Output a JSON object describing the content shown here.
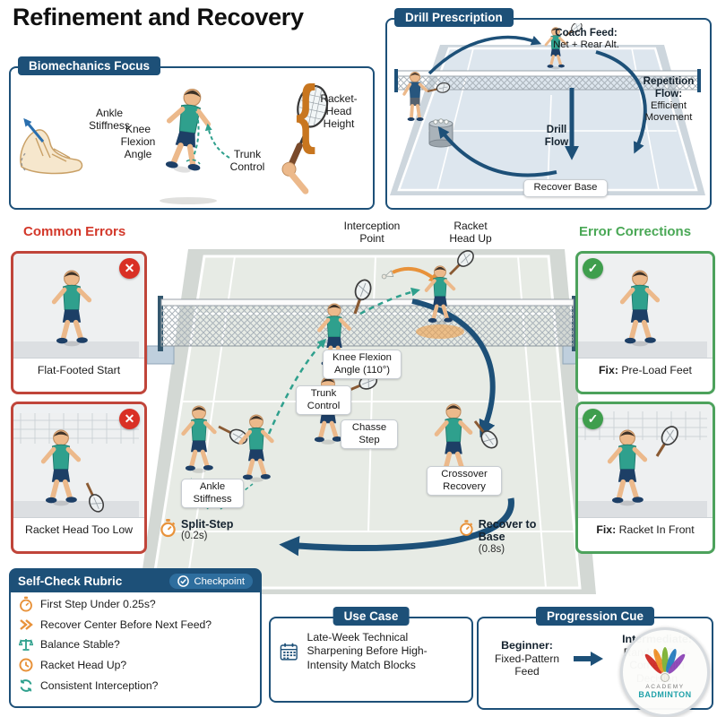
{
  "title": "Refinement and Recovery",
  "palette": {
    "navy": "#1d5078",
    "teal": "#2fa08d",
    "orange": "#e8923a",
    "red": "#d3382a",
    "green": "#4aa856"
  },
  "icons": {
    "x": "✕",
    "check": "✓"
  },
  "biomechanics": {
    "header": "Biomechanics Focus",
    "ankle": "Ankle Stiffness",
    "knee": "Knee Flexion Angle",
    "trunk": "Trunk Control",
    "racket": "Racket-Head Height"
  },
  "drill": {
    "header": "Drill Prescription",
    "coach_feed_label": "Coach Feed:",
    "coach_feed_value": "Net + Rear Alt.",
    "repetition_label": "Repetition Flow:",
    "repetition_value": "Efficient Movement",
    "flow_label": "Drill Flow",
    "recover_label": "Recover Base"
  },
  "common_errors": {
    "title": "Common Errors",
    "cards": [
      {
        "caption": "Flat-Footed Start"
      },
      {
        "caption": "Racket Head Too Low"
      }
    ]
  },
  "error_corrections": {
    "title": "Error Corrections",
    "cards": [
      {
        "prefix": "Fix:",
        "caption": "Pre-Load Feet"
      },
      {
        "prefix": "Fix:",
        "caption": "Racket In Front"
      }
    ]
  },
  "court": {
    "interception": "Interception Point",
    "racket_head_up": "Racket Head Up",
    "knee_flexion": "Knee Flexion Angle (110°)",
    "trunk_control": "Trunk Control",
    "chasse": "Chasse Step",
    "crossover": "Crossover Recovery",
    "ankle": "Ankle Stiffness",
    "split_step": {
      "label": "Split-Step",
      "time": "(0.2s)"
    },
    "recover": {
      "label": "Recover to Base",
      "time": "(0.8s)"
    }
  },
  "self_check": {
    "header": "Self-Check Rubric",
    "badge": "Checkpoint",
    "items": [
      {
        "icon": "stopwatch",
        "text": "First Step Under 0.25s?"
      },
      {
        "icon": "double-chevron",
        "text": "Recover Center Before Next Feed?"
      },
      {
        "icon": "balance-scale",
        "text": "Balance Stable?"
      },
      {
        "icon": "clock",
        "text": "Racket Head Up?"
      },
      {
        "icon": "cycle",
        "text": "Consistent Interception?"
      }
    ]
  },
  "use_case": {
    "header": "Use Case",
    "text": "Late-Week Technical Sharpening Before High-Intensity Match Blocks"
  },
  "progression": {
    "header": "Progression Cue",
    "beginner_label": "Beginner:",
    "beginner_value": "Fixed-Pattern Feed",
    "intermediate_label": "Intermediate:",
    "intermediate_value": "Random Two-Corner with Decision"
  },
  "logo": {
    "line1": "ACADEMY",
    "line2": "BADMINTON"
  }
}
